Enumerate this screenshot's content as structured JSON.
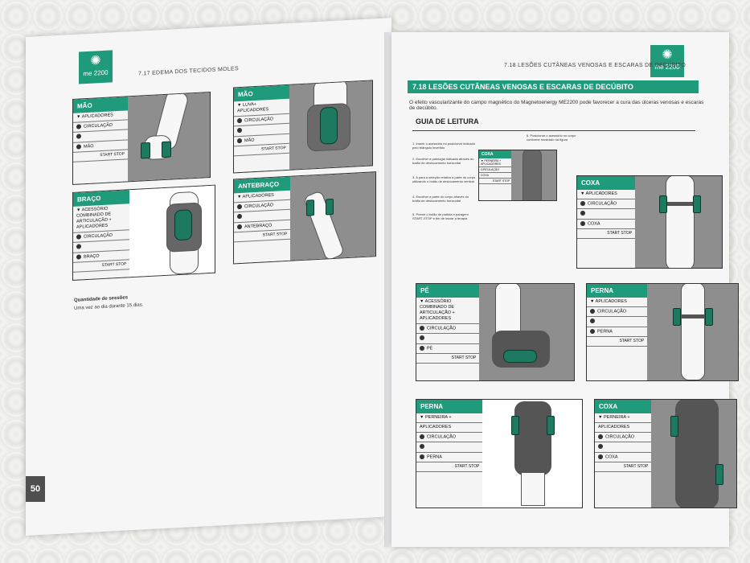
{
  "left_page": {
    "section": "7.17 EDEMA DOS TECIDOS MOLES",
    "logo": "me 2200",
    "panels": [
      {
        "title": "MÃO",
        "rows": [
          "APLICADORES",
          "CIRCULAÇÃO",
          "",
          "MÃO",
          "START STOP"
        ]
      },
      {
        "title": "MÃO",
        "rows": [
          "LUVA+ APLICADORES",
          "CIRCULAÇÃO",
          "",
          "MÃO",
          "START STOP"
        ]
      },
      {
        "title": "BRAÇO",
        "rows": [
          "ACESSÓRIO COMBINADO DE ARTICULAÇÃO + APLICADORES",
          "CIRCULAÇÃO",
          "",
          "BRAÇO",
          "START STOP"
        ]
      },
      {
        "title": "ANTEBRAÇO",
        "rows": [
          "APLICADORES",
          "CIRCULAÇÃO",
          "",
          "ANTEBRAÇO",
          "START STOP"
        ]
      }
    ],
    "sessions_label": "Quantidade de sessões",
    "sessions_text": "Uma vez ao dia durante 15 dias.",
    "page_number": "50"
  },
  "right_page": {
    "header": "7.18 LESÕES CUTÂNEAS VENOSAS E ESCARAS DE DECÚBITO",
    "logo": "me 2200",
    "title": "7.18 LESÕES CUTÂNEAS VENOSAS E ESCARAS DE DECÚBITO",
    "intro": "O efeito vascularizante do campo magnético do Magnetoenergy ME2200 pode favorecer a cura das úlceras venosas e escaras de decúbito.",
    "guide_title": "GUIA DE LEITURA",
    "guide_steps": [
      "1. Inserir o acessório no posicionar indicado pelo triângulo invertido",
      "2. Escolher a patologia indicada através do botão de deslocamento horizontal",
      "3. A para a seleção relativa à parte do corpo utilizando o botão de deslocamento vertical",
      "4. Escolher a parte do corpo através do botão de deslocamento horizontal",
      "5. Premir o botão de partida e paragem START-STOP e fim de iniciar a terapia",
      "6. Posicionar o acessório no corpo conforme mostrado na figura"
    ],
    "guide_panel": {
      "title": "COXA",
      "rows": [
        "PERNEIRA +",
        "APLICADORES",
        "CIRCULAÇÃO",
        "",
        "COXA",
        "START STOP"
      ]
    },
    "panels": [
      {
        "title": "COXA",
        "rows": [
          "APLICADORES",
          "CIRCULAÇÃO",
          "",
          "COXA",
          "START STOP"
        ]
      },
      {
        "title": "PÉ",
        "rows": [
          "ACESSÓRIO COMBINADO DE ARTICULAÇÃO + APLICADORES",
          "CIRCULAÇÃO",
          "",
          "PÉ",
          "START STOP"
        ]
      },
      {
        "title": "PERNA",
        "rows": [
          "APLICADORES",
          "CIRCULAÇÃO",
          "",
          "PERNA",
          "START STOP"
        ]
      },
      {
        "title": "PERNA",
        "rows": [
          "PERNEIRA +",
          "APLICADORES",
          "CIRCULAÇÃO",
          "",
          "PERNA",
          "START STOP"
        ]
      },
      {
        "title": "COXA",
        "rows": [
          "PERNEIRA +",
          "APLICADORES",
          "CIRCULAÇÃO",
          "",
          "COXA",
          "START STOP"
        ]
      }
    ]
  }
}
